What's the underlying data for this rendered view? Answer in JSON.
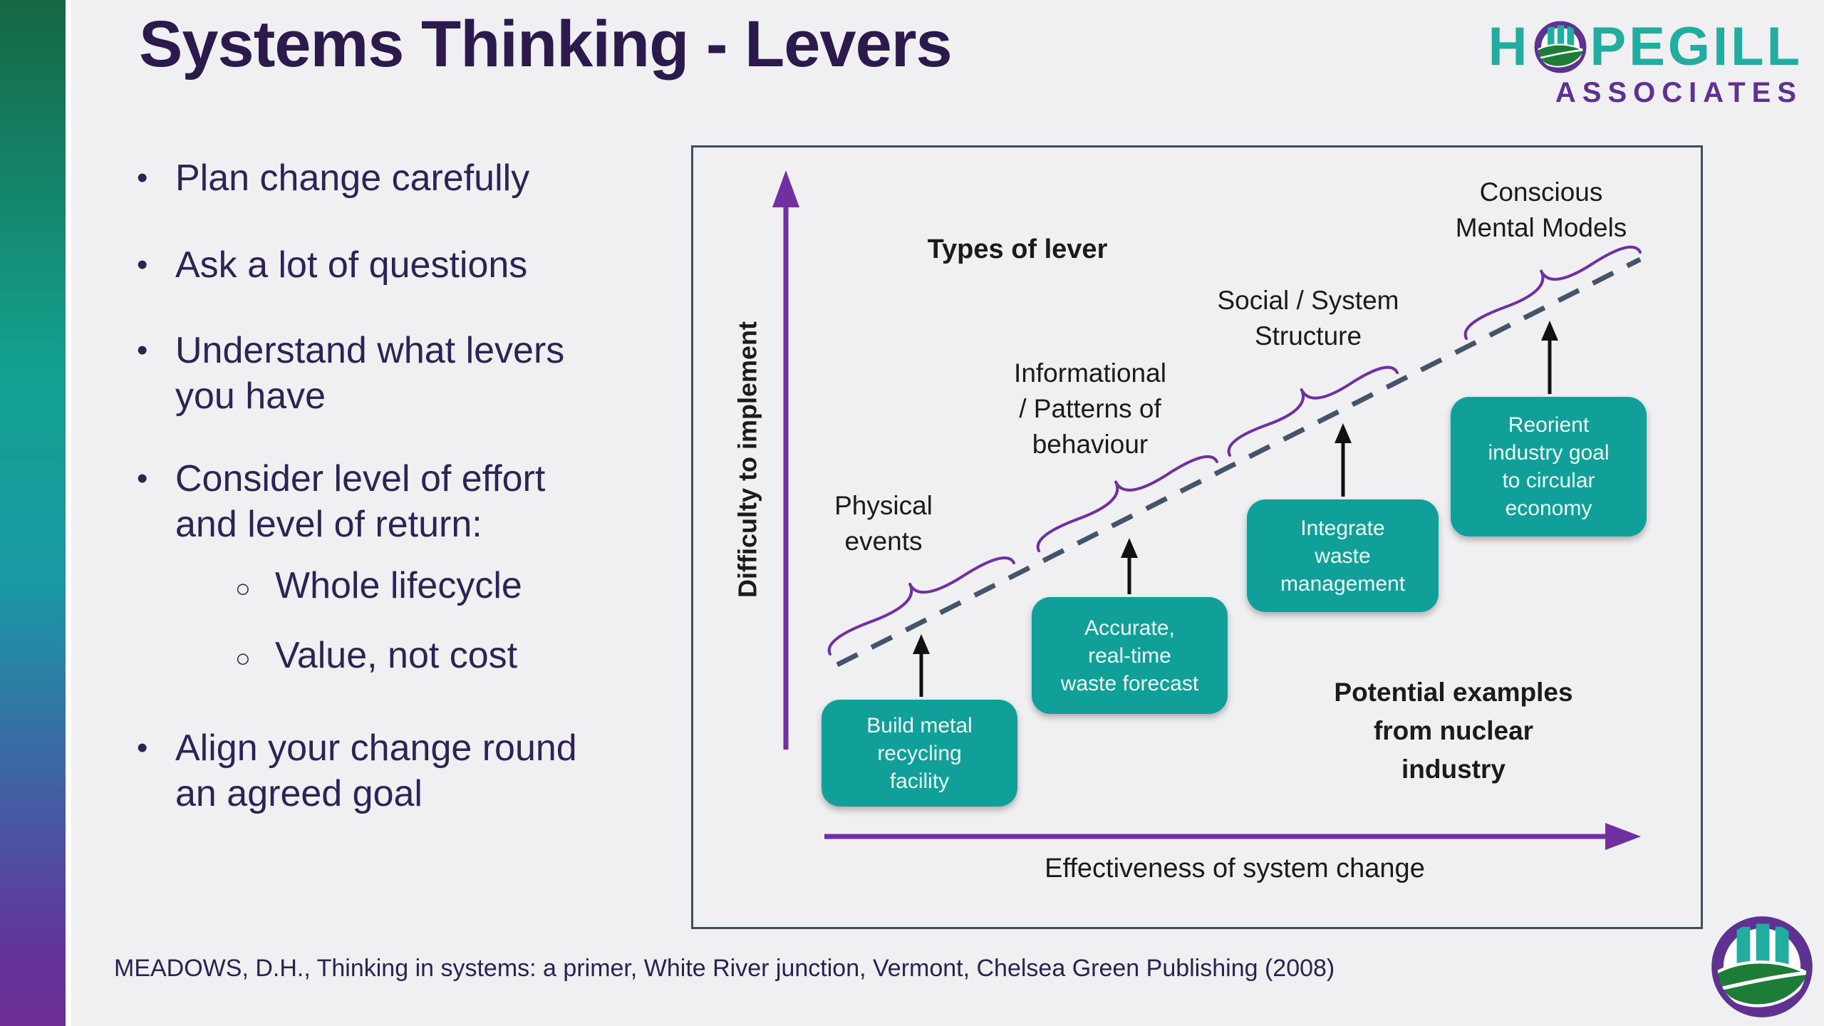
{
  "slide": {
    "title": "Systems Thinking - Levers",
    "footer": "MEADOWS, D.H., Thinking in systems: a primer, White River junction, Vermont, Chelsea Green Publishing (2008)"
  },
  "brand": {
    "word_start": "H",
    "word_end": "PEGILL",
    "subtitle": "ASSOCIATES",
    "icon": "leaf-circle-icon"
  },
  "bullets": {
    "marker": "•",
    "sub_marker": "○",
    "items": [
      "Plan change carefully",
      "Ask a lot of questions",
      "Understand what levers\nyou have",
      "Consider level of effort\nand level of return:",
      "Whole lifecycle",
      "Value, not cost",
      "Align your change round\nan agreed goal"
    ]
  },
  "diagram": {
    "title": "Types of lever",
    "y_axis": "Difficulty to implement",
    "x_axis": "Effectiveness of system change",
    "note": "Potential examples\nfrom nuclear industry",
    "levers": [
      {
        "label": "Physical\nevents",
        "example": "Build metal\nrecycling\nfacility"
      },
      {
        "label": "Informational\n/ Patterns of\nbehaviour",
        "example": "Accurate,\nreal-time\nwaste forecast"
      },
      {
        "label": "Social / System\nStructure",
        "example": "Integrate\nwaste\nmanagement"
      },
      {
        "label": "Conscious\nMental Models",
        "example": "Reorient\nindustry goal\nto circular\neconomy"
      }
    ]
  },
  "colors": {
    "accent_teal_box": "#11a099",
    "axis_purple": "#7030a0",
    "dash_gray": "#44546a",
    "brand_teal": "#23ada0",
    "brand_purple": "#5f3191",
    "leaf_green": "#1d7c35",
    "text_dark_purple": "#2c1a4d",
    "bullet_text": "#2e2355",
    "gradient_top_green": "#156843",
    "gradient_bottom_purple": "#6d2d92"
  }
}
